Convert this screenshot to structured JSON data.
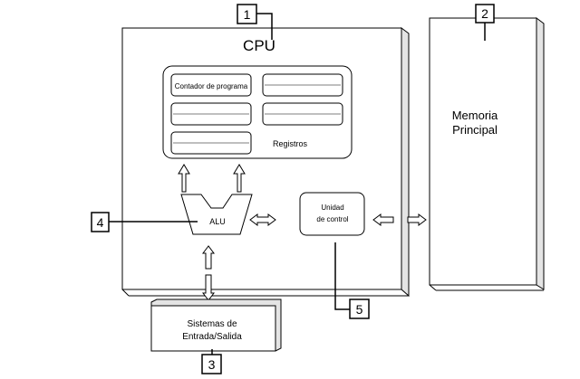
{
  "cpu": {
    "title": "CPU"
  },
  "registers": {
    "program_counter": "Contador de programa",
    "caption": "Registros"
  },
  "alu": {
    "label": "ALU"
  },
  "control_unit": {
    "line1": "Unidad",
    "line2": "de control"
  },
  "main_memory": {
    "line1": "Memoria",
    "line2": "Principal"
  },
  "io_system": {
    "line1": "Sistemas de",
    "line2": "Entrada/Salida"
  },
  "callouts": [
    "1",
    "2",
    "3",
    "4",
    "5"
  ]
}
